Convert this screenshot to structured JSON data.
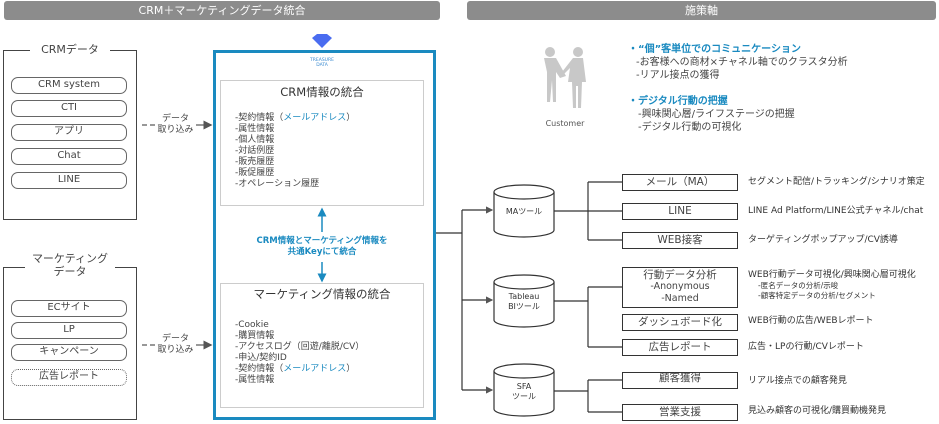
{
  "headers": {
    "left": "CRM＋マーケティングデータ統合",
    "right": "施策軸"
  },
  "crm_data": {
    "label": "CRMデータ",
    "items": [
      "CRM system",
      "CTI",
      "アプリ",
      "Chat",
      "LINE"
    ]
  },
  "marketing_data": {
    "label_line1": "マーケティング",
    "label_line2": "データ",
    "items": [
      "ECサイト",
      "LP",
      "キャンペーン",
      "広告レポート"
    ]
  },
  "import_label": {
    "line1": "データ",
    "line2": "取り込み"
  },
  "treasure": {
    "logo_line1": "TREASURE",
    "logo_line2": "DATA"
  },
  "crm_integration": {
    "title": "CRM情報の統合",
    "items": [
      {
        "text": "-契約情報（",
        "highlight": "メールアドレス",
        "after": "）"
      },
      {
        "text": "-属性情報"
      },
      {
        "text": "-個人情報"
      },
      {
        "text": "-対話例歴"
      },
      {
        "text": "-販売履歴"
      },
      {
        "text": "-販促履歴"
      },
      {
        "text": "-オペレーション履歴"
      }
    ]
  },
  "key_note": {
    "line1": "CRM情報とマーケティング情報を",
    "line2": "共通Keyにて統合"
  },
  "mkt_integration": {
    "title": "マーケティング情報の統合",
    "items": [
      {
        "text": "-Cookie"
      },
      {
        "text": "-購買情報"
      },
      {
        "text": "-アクセスログ（回遊/離脱/CV）"
      },
      {
        "text": "-申込/契約ID"
      },
      {
        "text": "-契約情報（",
        "highlight": "メールアドレス",
        "after": "）"
      },
      {
        "text": "-属性情報"
      }
    ]
  },
  "customer": {
    "label": "Customer"
  },
  "strategy": [
    {
      "heading": "・“個”客単位でのコミュニケーション",
      "lines": [
        "-お客様への商材×チャネル軸でのクラスタ分析",
        "-リアル接点の獲得"
      ]
    },
    {
      "heading": "・デジタル行動の把握",
      "lines": [
        "-興味関心層/ライフステージの把握",
        "-デジタル行動の可視化"
      ]
    }
  ],
  "tools": [
    {
      "name_line1": "MAツール",
      "name_line2": "",
      "channels": [
        {
          "label": "メール（MA）",
          "desc": [
            "セグメント配信/トラッキング/シナリオ策定"
          ]
        },
        {
          "label": "LINE",
          "desc": [
            "LINE Ad Platform/LINE公式チャネル/chat"
          ]
        },
        {
          "label": "WEB接客",
          "desc": [
            "ターゲティングポップアップ/CV誘導"
          ]
        }
      ]
    },
    {
      "name_line1": "Tableau",
      "name_line2": "BIツール",
      "channels": [
        {
          "label": "行動データ分析",
          "sub": [
            "-Anonymous",
            "-Named"
          ],
          "desc": [
            "WEB行動データ可視化/興味関心層可視化",
            "-匿名データの分析/示唆",
            "-顧客特定データの分析/セグメント"
          ]
        },
        {
          "label": "ダッシュボード化",
          "desc": [
            "WEB行動の広告/WEBレポート"
          ]
        },
        {
          "label": "広告レポート",
          "desc": [
            "広告・LPの行動/CVレポート"
          ]
        }
      ]
    },
    {
      "name_line1": "SFA",
      "name_line2": "ツール",
      "channels": [
        {
          "label": "顧客獲得",
          "desc": [
            "リアル接点での顧客発見"
          ]
        },
        {
          "label": "営業支援",
          "desc": [
            "見込み顧客の可視化/購買動機発見"
          ]
        }
      ]
    }
  ],
  "colors": {
    "accent": "#1a8ac0",
    "header": "#8c8c8c"
  }
}
